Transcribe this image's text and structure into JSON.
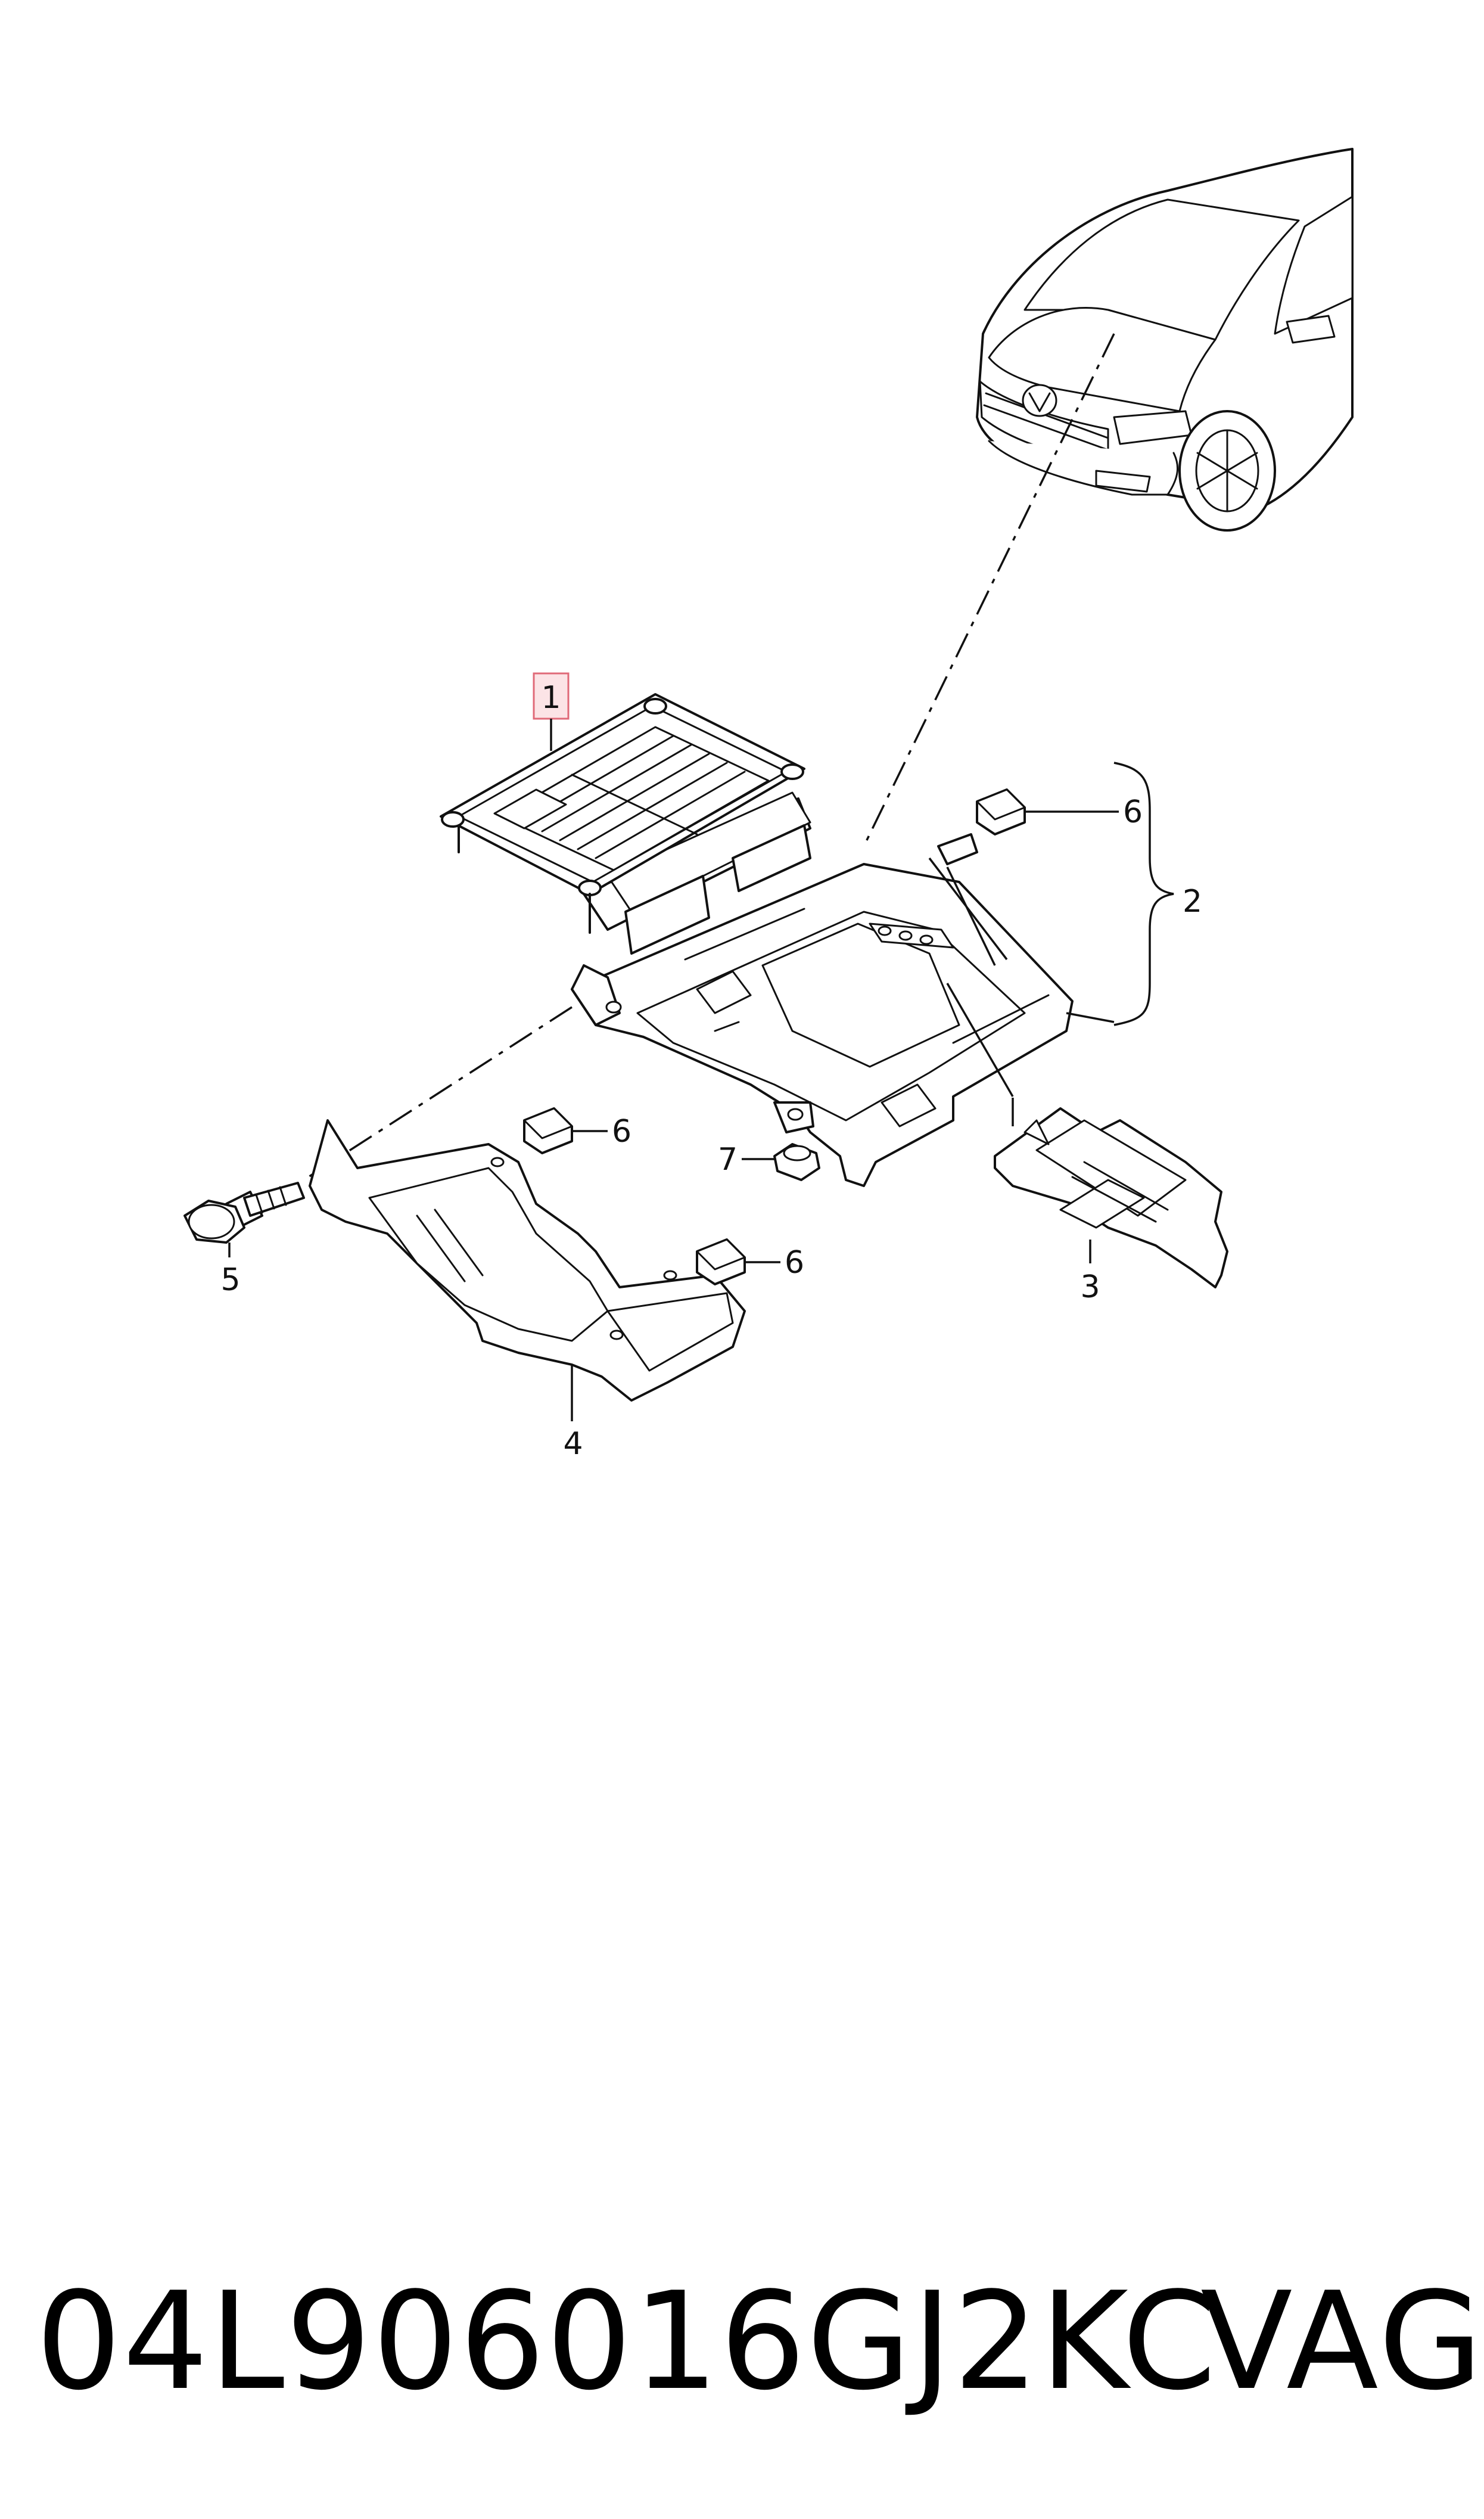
{
  "callouts": {
    "c1": "1",
    "c2": "2",
    "c3": "3",
    "c4": "4",
    "c5": "5",
    "c6a": "6",
    "c6b": "6",
    "c6c": "6",
    "c7": "7"
  },
  "footer": {
    "part_number": "04L906016GJ2KC",
    "brand": "VAG"
  },
  "colors": {
    "highlight_box_fill": "#fce4e6",
    "highlight_box_stroke": "#e06a78",
    "line": "#111111"
  }
}
